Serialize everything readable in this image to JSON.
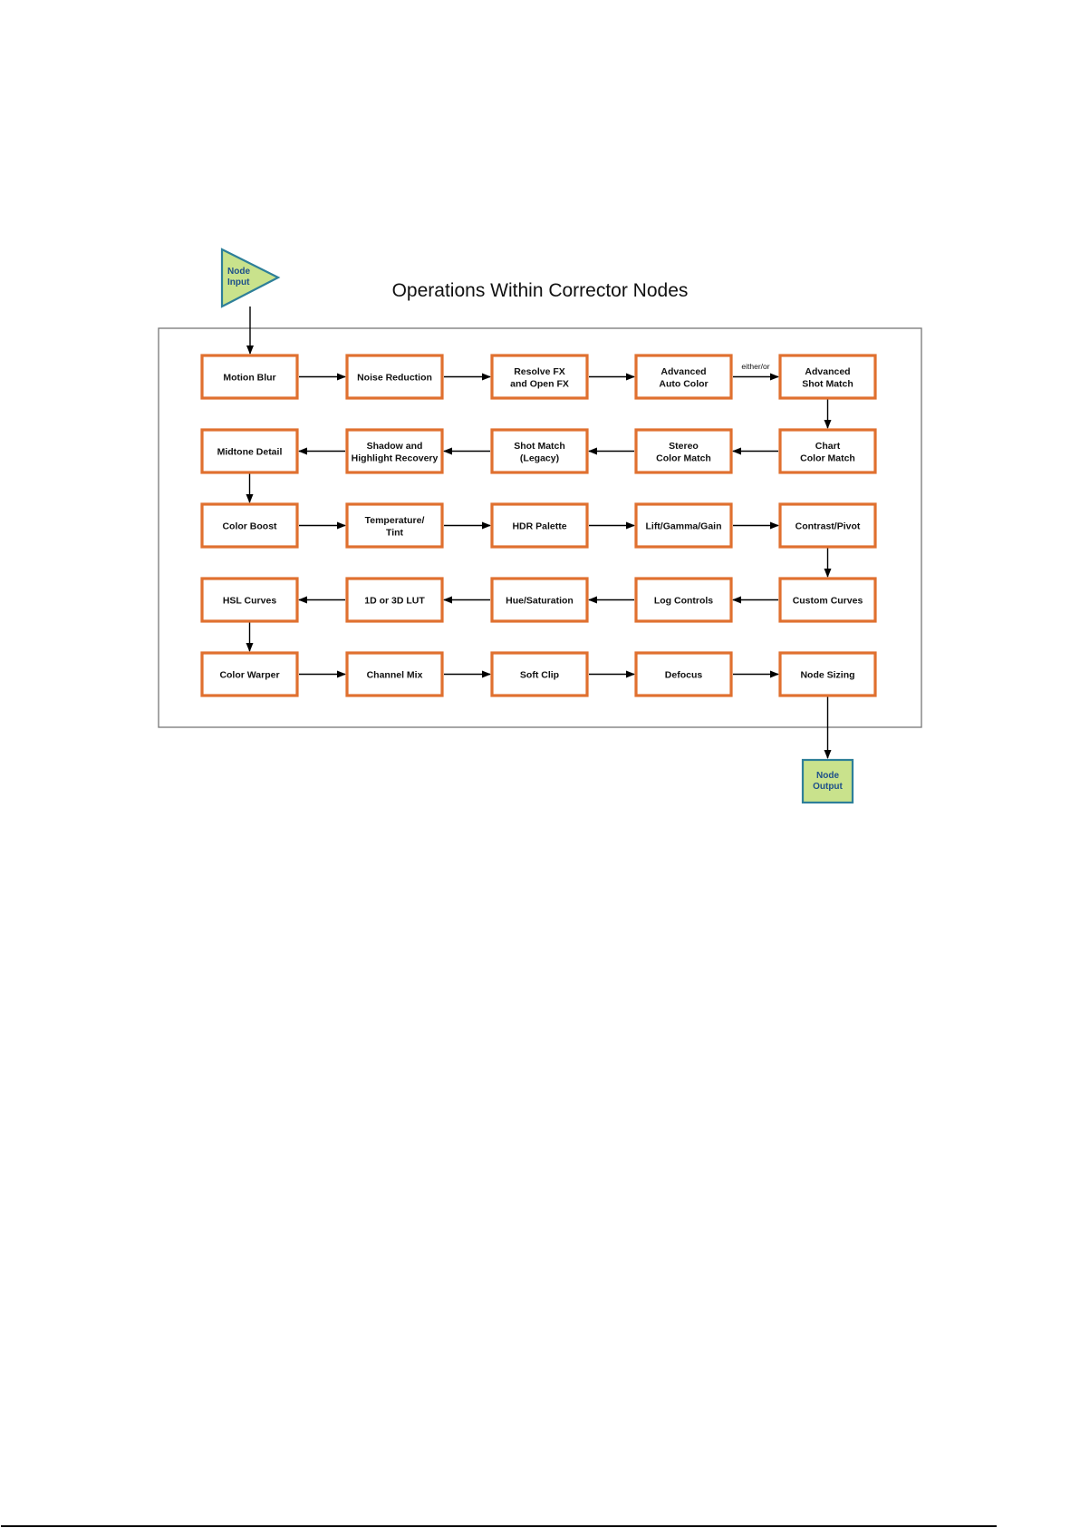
{
  "title": "Operations Within Corrector Nodes",
  "input_node": {
    "lines": [
      "Node",
      "Input"
    ]
  },
  "output_node": {
    "lines": [
      "Node",
      "Output"
    ]
  },
  "either_or_label": "either/or",
  "colors": {
    "node_border": "#e0702f",
    "io_fill": "#c9e28c",
    "io_border": "#2e7f99",
    "io_text": "#1d4f8a",
    "frame": "#777777"
  },
  "rows": [
    {
      "direction": "ltr",
      "nodes": [
        {
          "id": "motion-blur",
          "lines": [
            "Motion Blur"
          ]
        },
        {
          "id": "noise-reduction",
          "lines": [
            "Noise Reduction"
          ]
        },
        {
          "id": "resolve-fx",
          "lines": [
            "Resolve FX",
            "and Open FX"
          ]
        },
        {
          "id": "advanced-auto-color",
          "lines": [
            "Advanced",
            "Auto Color"
          ]
        },
        {
          "id": "advanced-shot-match",
          "lines": [
            "Advanced",
            "Shot Match"
          ]
        }
      ]
    },
    {
      "direction": "rtl",
      "nodes": [
        {
          "id": "midtone-detail",
          "lines": [
            "Midtone Detail"
          ]
        },
        {
          "id": "shadow-highlight-recovery",
          "lines": [
            "Shadow and",
            "Highlight Recovery"
          ]
        },
        {
          "id": "shot-match-legacy",
          "lines": [
            "Shot Match",
            "(Legacy)"
          ]
        },
        {
          "id": "stereo-color-match",
          "lines": [
            "Stereo",
            "Color Match"
          ]
        },
        {
          "id": "chart-color-match",
          "lines": [
            "Chart",
            "Color  Match"
          ]
        }
      ]
    },
    {
      "direction": "ltr",
      "nodes": [
        {
          "id": "color-boost",
          "lines": [
            "Color Boost"
          ]
        },
        {
          "id": "temperature-tint",
          "lines": [
            "Temperature/",
            "Tint"
          ]
        },
        {
          "id": "hdr-palette",
          "lines": [
            "HDR Palette"
          ]
        },
        {
          "id": "lift-gamma-gain",
          "lines": [
            "Lift/Gamma/Gain"
          ]
        },
        {
          "id": "contrast-pivot",
          "lines": [
            "Contrast/Pivot"
          ]
        }
      ]
    },
    {
      "direction": "rtl",
      "nodes": [
        {
          "id": "hsl-curves",
          "lines": [
            "HSL Curves"
          ]
        },
        {
          "id": "lut",
          "lines": [
            "1D or 3D LUT"
          ]
        },
        {
          "id": "hue-saturation",
          "lines": [
            "Hue/Saturation"
          ]
        },
        {
          "id": "log-controls",
          "lines": [
            "Log Controls"
          ]
        },
        {
          "id": "custom-curves",
          "lines": [
            "Custom Curves"
          ]
        }
      ]
    },
    {
      "direction": "ltr",
      "nodes": [
        {
          "id": "color-warper",
          "lines": [
            "Color Warper"
          ]
        },
        {
          "id": "channel-mix",
          "lines": [
            "Channel Mix"
          ]
        },
        {
          "id": "soft-clip",
          "lines": [
            "Soft Clip"
          ]
        },
        {
          "id": "defocus",
          "lines": [
            "Defocus"
          ]
        },
        {
          "id": "node-sizing",
          "lines": [
            "Node Sizing"
          ]
        }
      ]
    }
  ]
}
